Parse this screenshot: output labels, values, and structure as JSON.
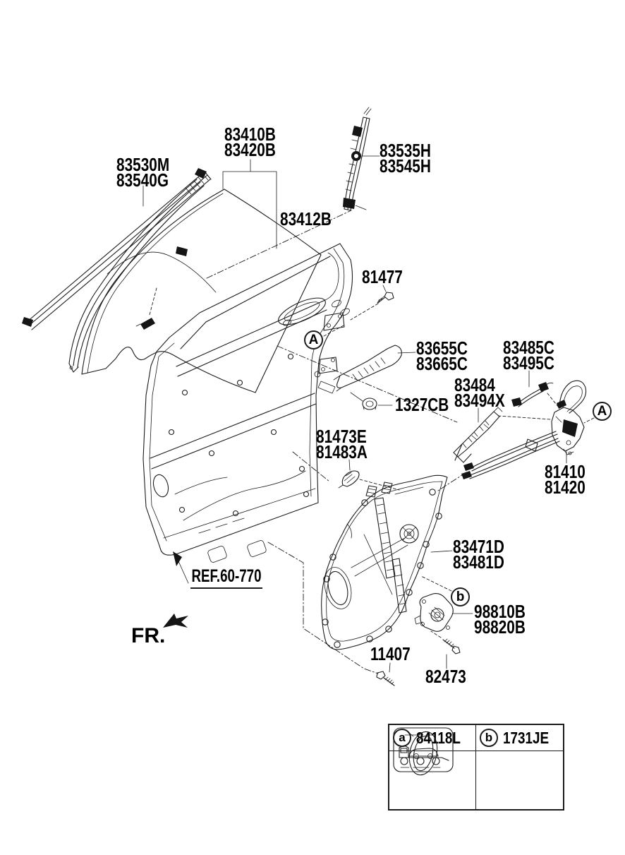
{
  "diagram": {
    "title": "rear-door-window-regulator-exploded-diagram",
    "colors": {
      "line": "#1c1c1c",
      "background": "#ffffff"
    },
    "callouts": {
      "p83410": {
        "text": "83410B\n83420B"
      },
      "p83530": {
        "text": "83530M\n83540G"
      },
      "p83535": {
        "text": "83535H\n83545H"
      },
      "p83412": {
        "text": "83412B"
      },
      "p81477": {
        "text": "81477"
      },
      "p83655": {
        "text": "83655C\n83665C"
      },
      "p83485": {
        "text": "83485C\n83495C"
      },
      "p83484": {
        "text": "83484\n83494X"
      },
      "p1327": {
        "text": "1327CB"
      },
      "p81473": {
        "text": "81473E\n81483A"
      },
      "p81410": {
        "text": "81410\n81420"
      },
      "p83471": {
        "text": "83471D\n83481D"
      },
      "p98810": {
        "text": "98810B\n98820B"
      },
      "p11407": {
        "text": "11407"
      },
      "p82473": {
        "text": "82473"
      }
    },
    "markers": {
      "door": "A",
      "latch": "A",
      "module": "b"
    },
    "ref_label": "REF.60-770",
    "fr_label": "FR.",
    "legend": {
      "items": [
        {
          "marker": "a",
          "part_no": "84118L",
          "icon": "car-carrier-icon"
        },
        {
          "marker": "b",
          "part_no": "1731JE",
          "icon": "grommet-icon"
        }
      ]
    }
  }
}
